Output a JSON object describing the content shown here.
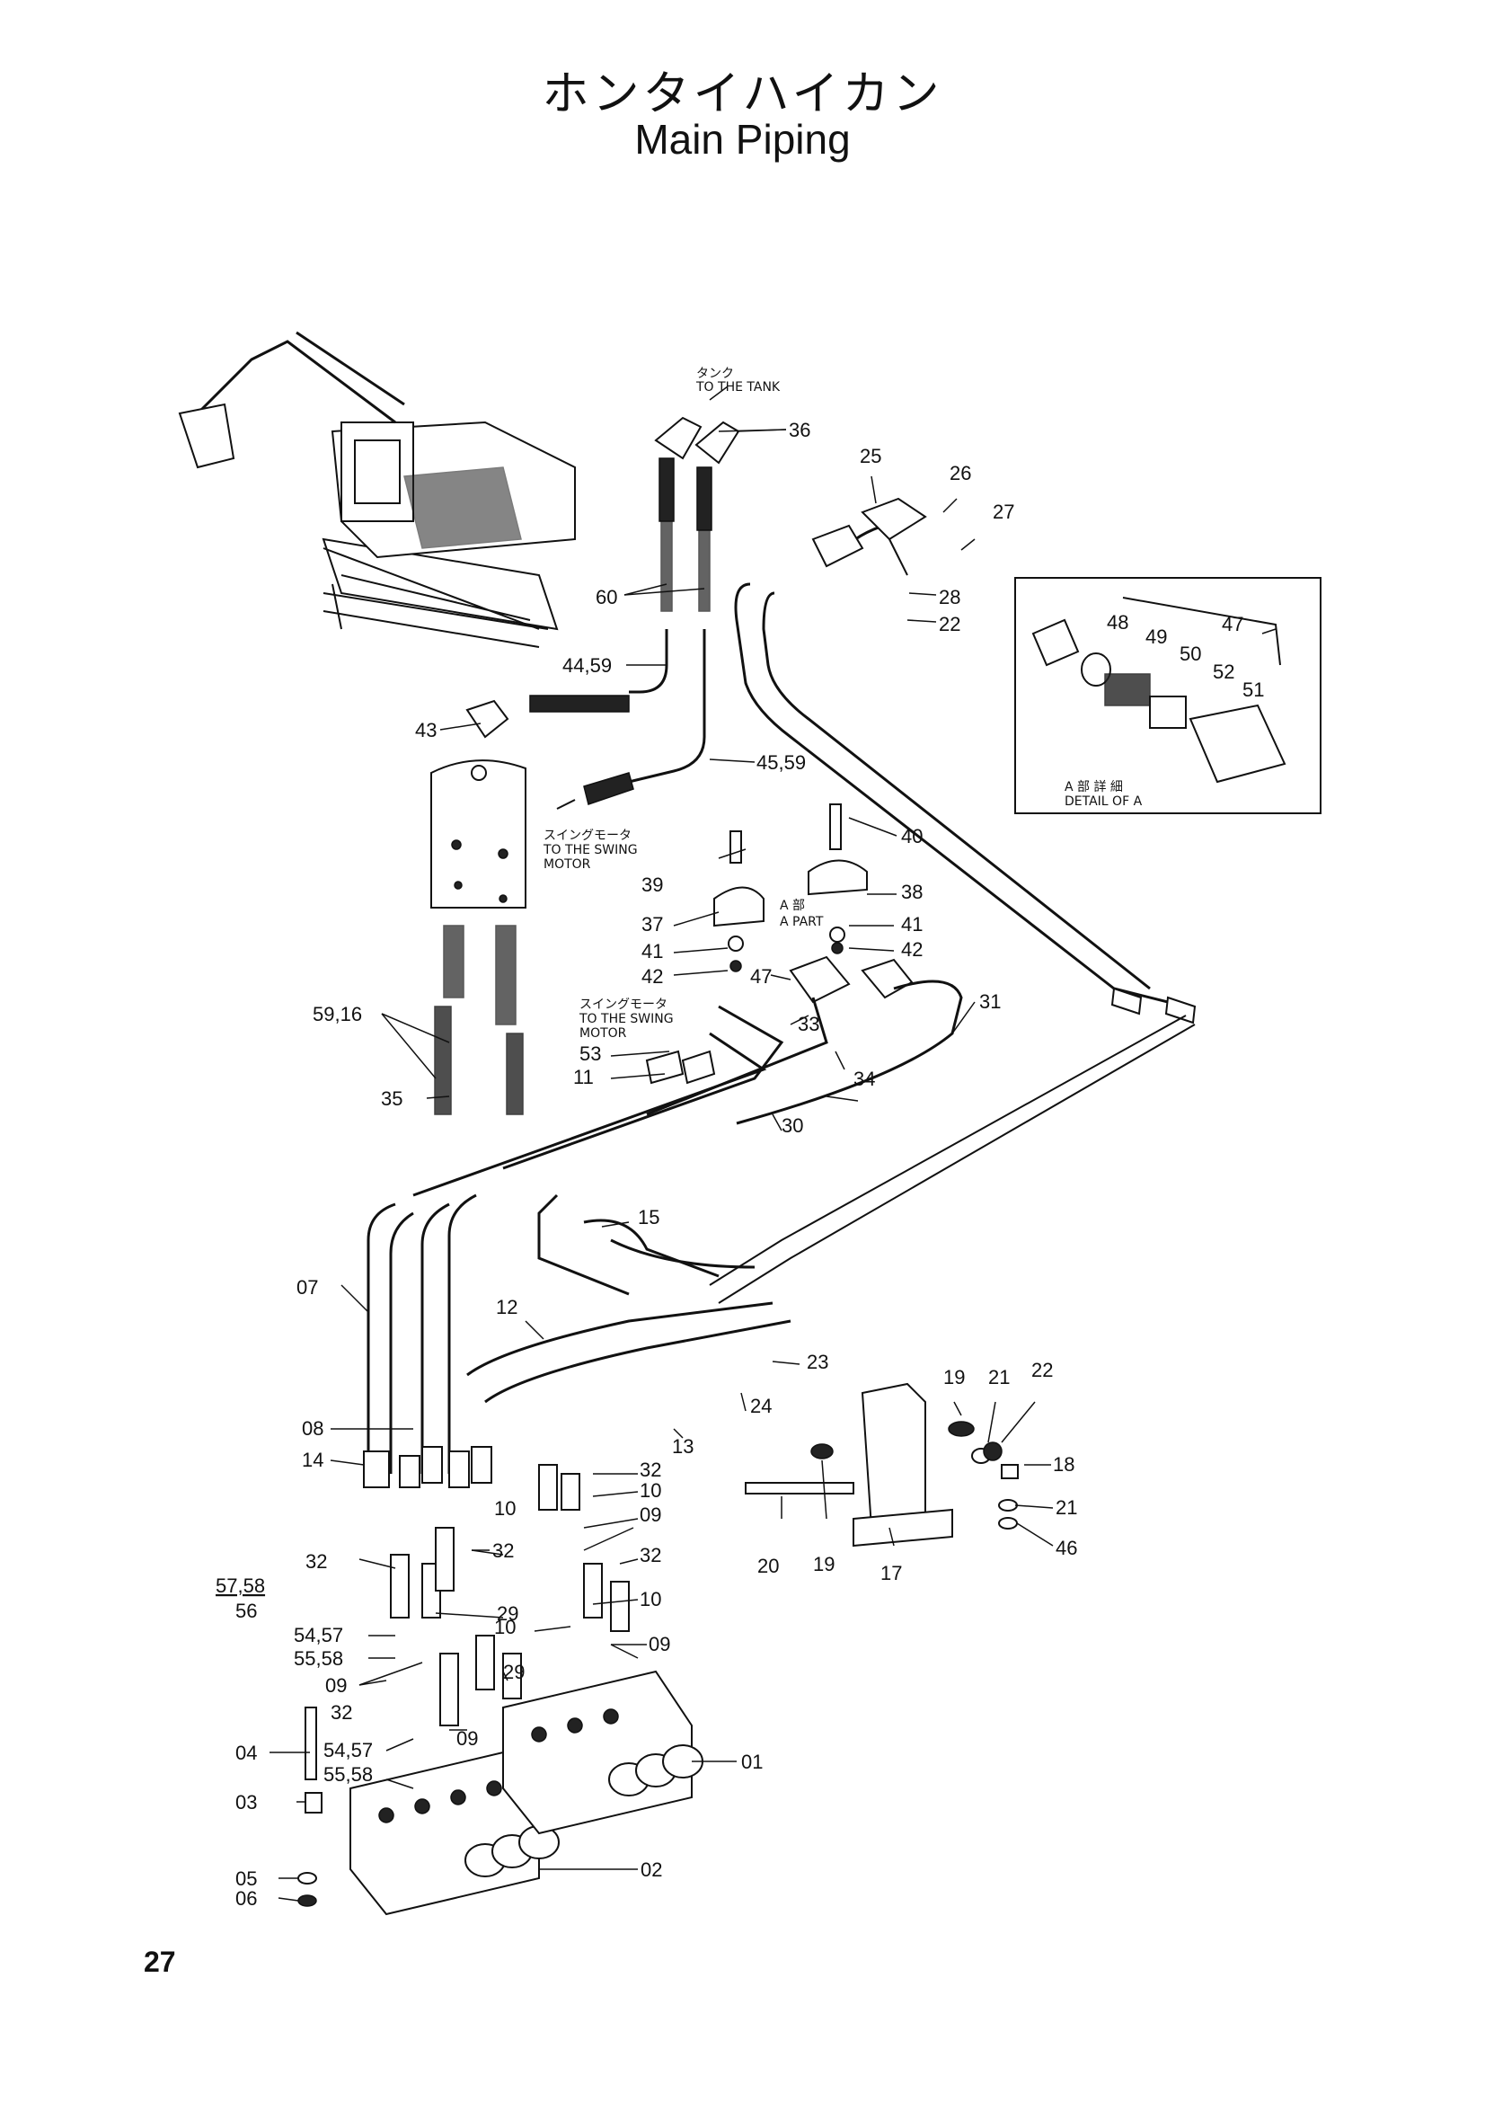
{
  "title_jp": "ホンタイハイカン",
  "title_en": "Main Piping",
  "page_number": "27",
  "annotations": {
    "tank_jp": "タンク",
    "tank_en": "TO THE TANK",
    "swing1_jp": "スイングモータ",
    "swing1_en1": "TO THE SWING",
    "swing1_en2": "MOTOR",
    "swing2_jp": "スイングモータ",
    "swing2_en1": "TO THE SWING",
    "swing2_en2": "MOTOR",
    "apart_jp": "A 部",
    "apart_en": "A PART",
    "detail_jp": "A 部 詳 細",
    "detail_en": "DETAIL OF A",
    "fraction_top": "57,58",
    "fraction_bottom": "56"
  },
  "callouts": {
    "c36": "36",
    "c25": "25",
    "c26": "26",
    "c27": "27",
    "c28": "28",
    "c22a": "22",
    "c60": "60",
    "c4459": "44,59",
    "c43": "43",
    "c4559": "45,59",
    "c48": "48",
    "c49": "49",
    "c47a": "47",
    "c50": "50",
    "c52": "52",
    "c51": "51",
    "c40": "40",
    "c39": "39",
    "c38": "38",
    "c37": "37",
    "c41a": "41",
    "c41b": "41",
    "c42a": "42",
    "c42b": "42",
    "c47b": "47",
    "c31": "31",
    "c33": "33",
    "c53": "53",
    "c11": "11",
    "c34": "34",
    "c5916": "59,16",
    "c35": "35",
    "c30": "30",
    "c15": "15",
    "c07": "07",
    "c12": "12",
    "c23": "23",
    "c24": "24",
    "c13": "13",
    "c08": "08",
    "c14": "14",
    "c32a": "32",
    "c10a": "10",
    "c10b": "10",
    "c09a": "09",
    "c32b": "32",
    "c32c": "32",
    "c32d": "32",
    "c10c": "10",
    "c29a": "29",
    "c5457a": "54,57",
    "c5558a": "55,58",
    "c09b": "09",
    "c10d": "10",
    "c09c": "09",
    "c29b": "29",
    "c32e": "32",
    "c04": "04",
    "c5457b": "54,57",
    "c09d": "09",
    "c5558b": "55,58",
    "c01": "01",
    "c03": "03",
    "c02": "02",
    "c05": "05",
    "c06": "06",
    "c19a": "19",
    "c21a": "21",
    "c22b": "22",
    "c18": "18",
    "c21b": "21",
    "c46": "46",
    "c20": "20",
    "c19b": "19",
    "c17": "17"
  }
}
